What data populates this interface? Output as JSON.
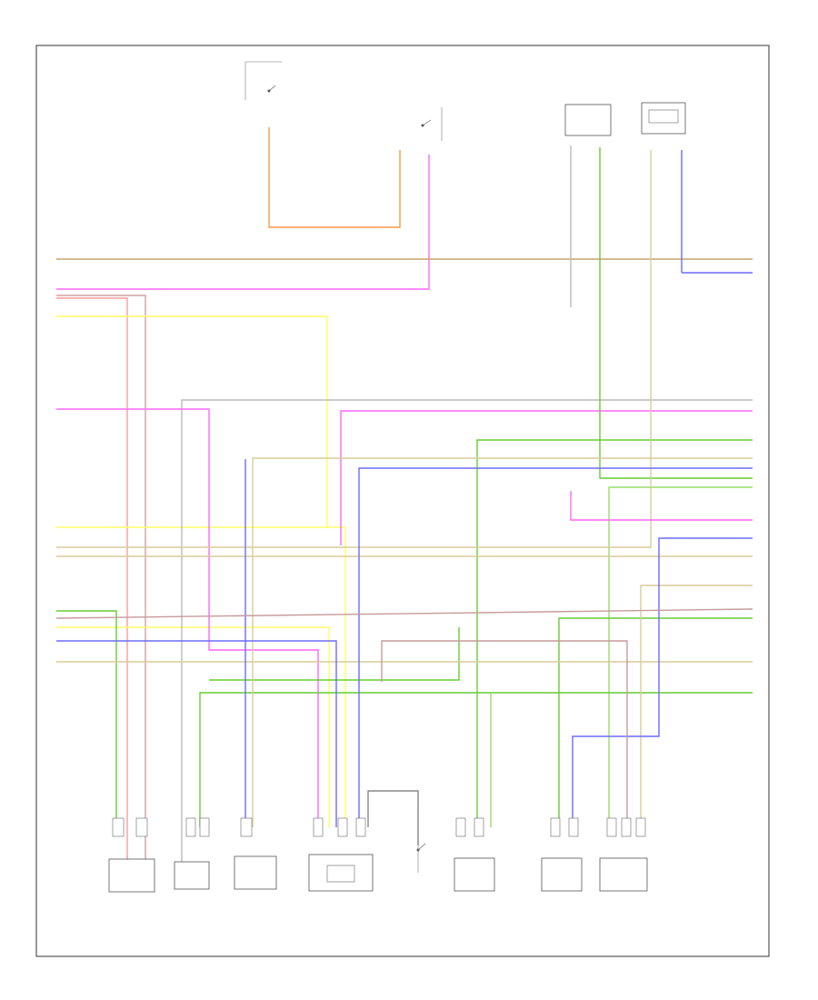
{
  "diagram": {
    "footer_code": "",
    "wires": [
      {
        "id": "w1",
        "label": "",
        "color": "#c9a36a"
      },
      {
        "id": "w2",
        "label": "",
        "color": "#6b6bff"
      },
      {
        "id": "w3",
        "label": "",
        "color": "#ff66ff"
      },
      {
        "id": "w4",
        "label": "",
        "color": "#ff9999"
      },
      {
        "id": "w5",
        "label": "",
        "color": "#ffff66"
      },
      {
        "id": "w6",
        "label": "",
        "color": "#66cc33"
      },
      {
        "id": "w7",
        "label": "",
        "color": "#d8cc99"
      },
      {
        "id": "w8",
        "label": "",
        "color": "#ff9944"
      },
      {
        "id": "w9",
        "label": "",
        "color": "#bbbbbb"
      }
    ],
    "components": [
      {
        "id": "c1",
        "label": ""
      },
      {
        "id": "c2",
        "label": ""
      },
      {
        "id": "c3",
        "label": ""
      },
      {
        "id": "c4",
        "label": ""
      },
      {
        "id": "c5",
        "label": ""
      },
      {
        "id": "c6",
        "label": ""
      },
      {
        "id": "c7",
        "label": ""
      },
      {
        "id": "c8",
        "label": ""
      },
      {
        "id": "c9",
        "label": ""
      },
      {
        "id": "c10",
        "label": ""
      },
      {
        "id": "c11",
        "label": ""
      },
      {
        "id": "c12",
        "label": ""
      }
    ]
  }
}
